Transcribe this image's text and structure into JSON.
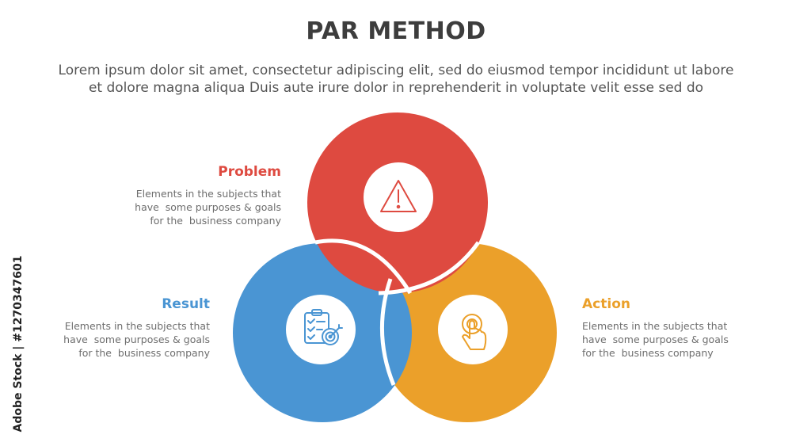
{
  "title": "PAR METHOD",
  "subtitle_line1": "Lorem ipsum dolor sit amet, consectetur adipiscing elit, sed do eiusmod tempor incididunt ut labore",
  "subtitle_line2": "et dolore magna aliqua Duis aute irure dolor in reprehenderit in voluptate velit esse sed do",
  "items": [
    {
      "label": "Problem",
      "color": "#de4a40",
      "icon": "warning-triangle-icon",
      "desc": "Elements in the subjects that\nhave  some purposes & goals\nfor the  business company"
    },
    {
      "label": "Result",
      "color": "#4a95d3",
      "icon": "clipboard-target-icon",
      "desc": "Elements in the subjects that\nhave  some purposes & goals\nfor the  business company"
    },
    {
      "label": "Action",
      "color": "#eba02a",
      "icon": "hand-pointer-icon",
      "desc": "Elements in the subjects that\nhave  some purposes & goals\nfor the  business company"
    }
  ],
  "watermark": "Adobe Stock | #1270347601"
}
